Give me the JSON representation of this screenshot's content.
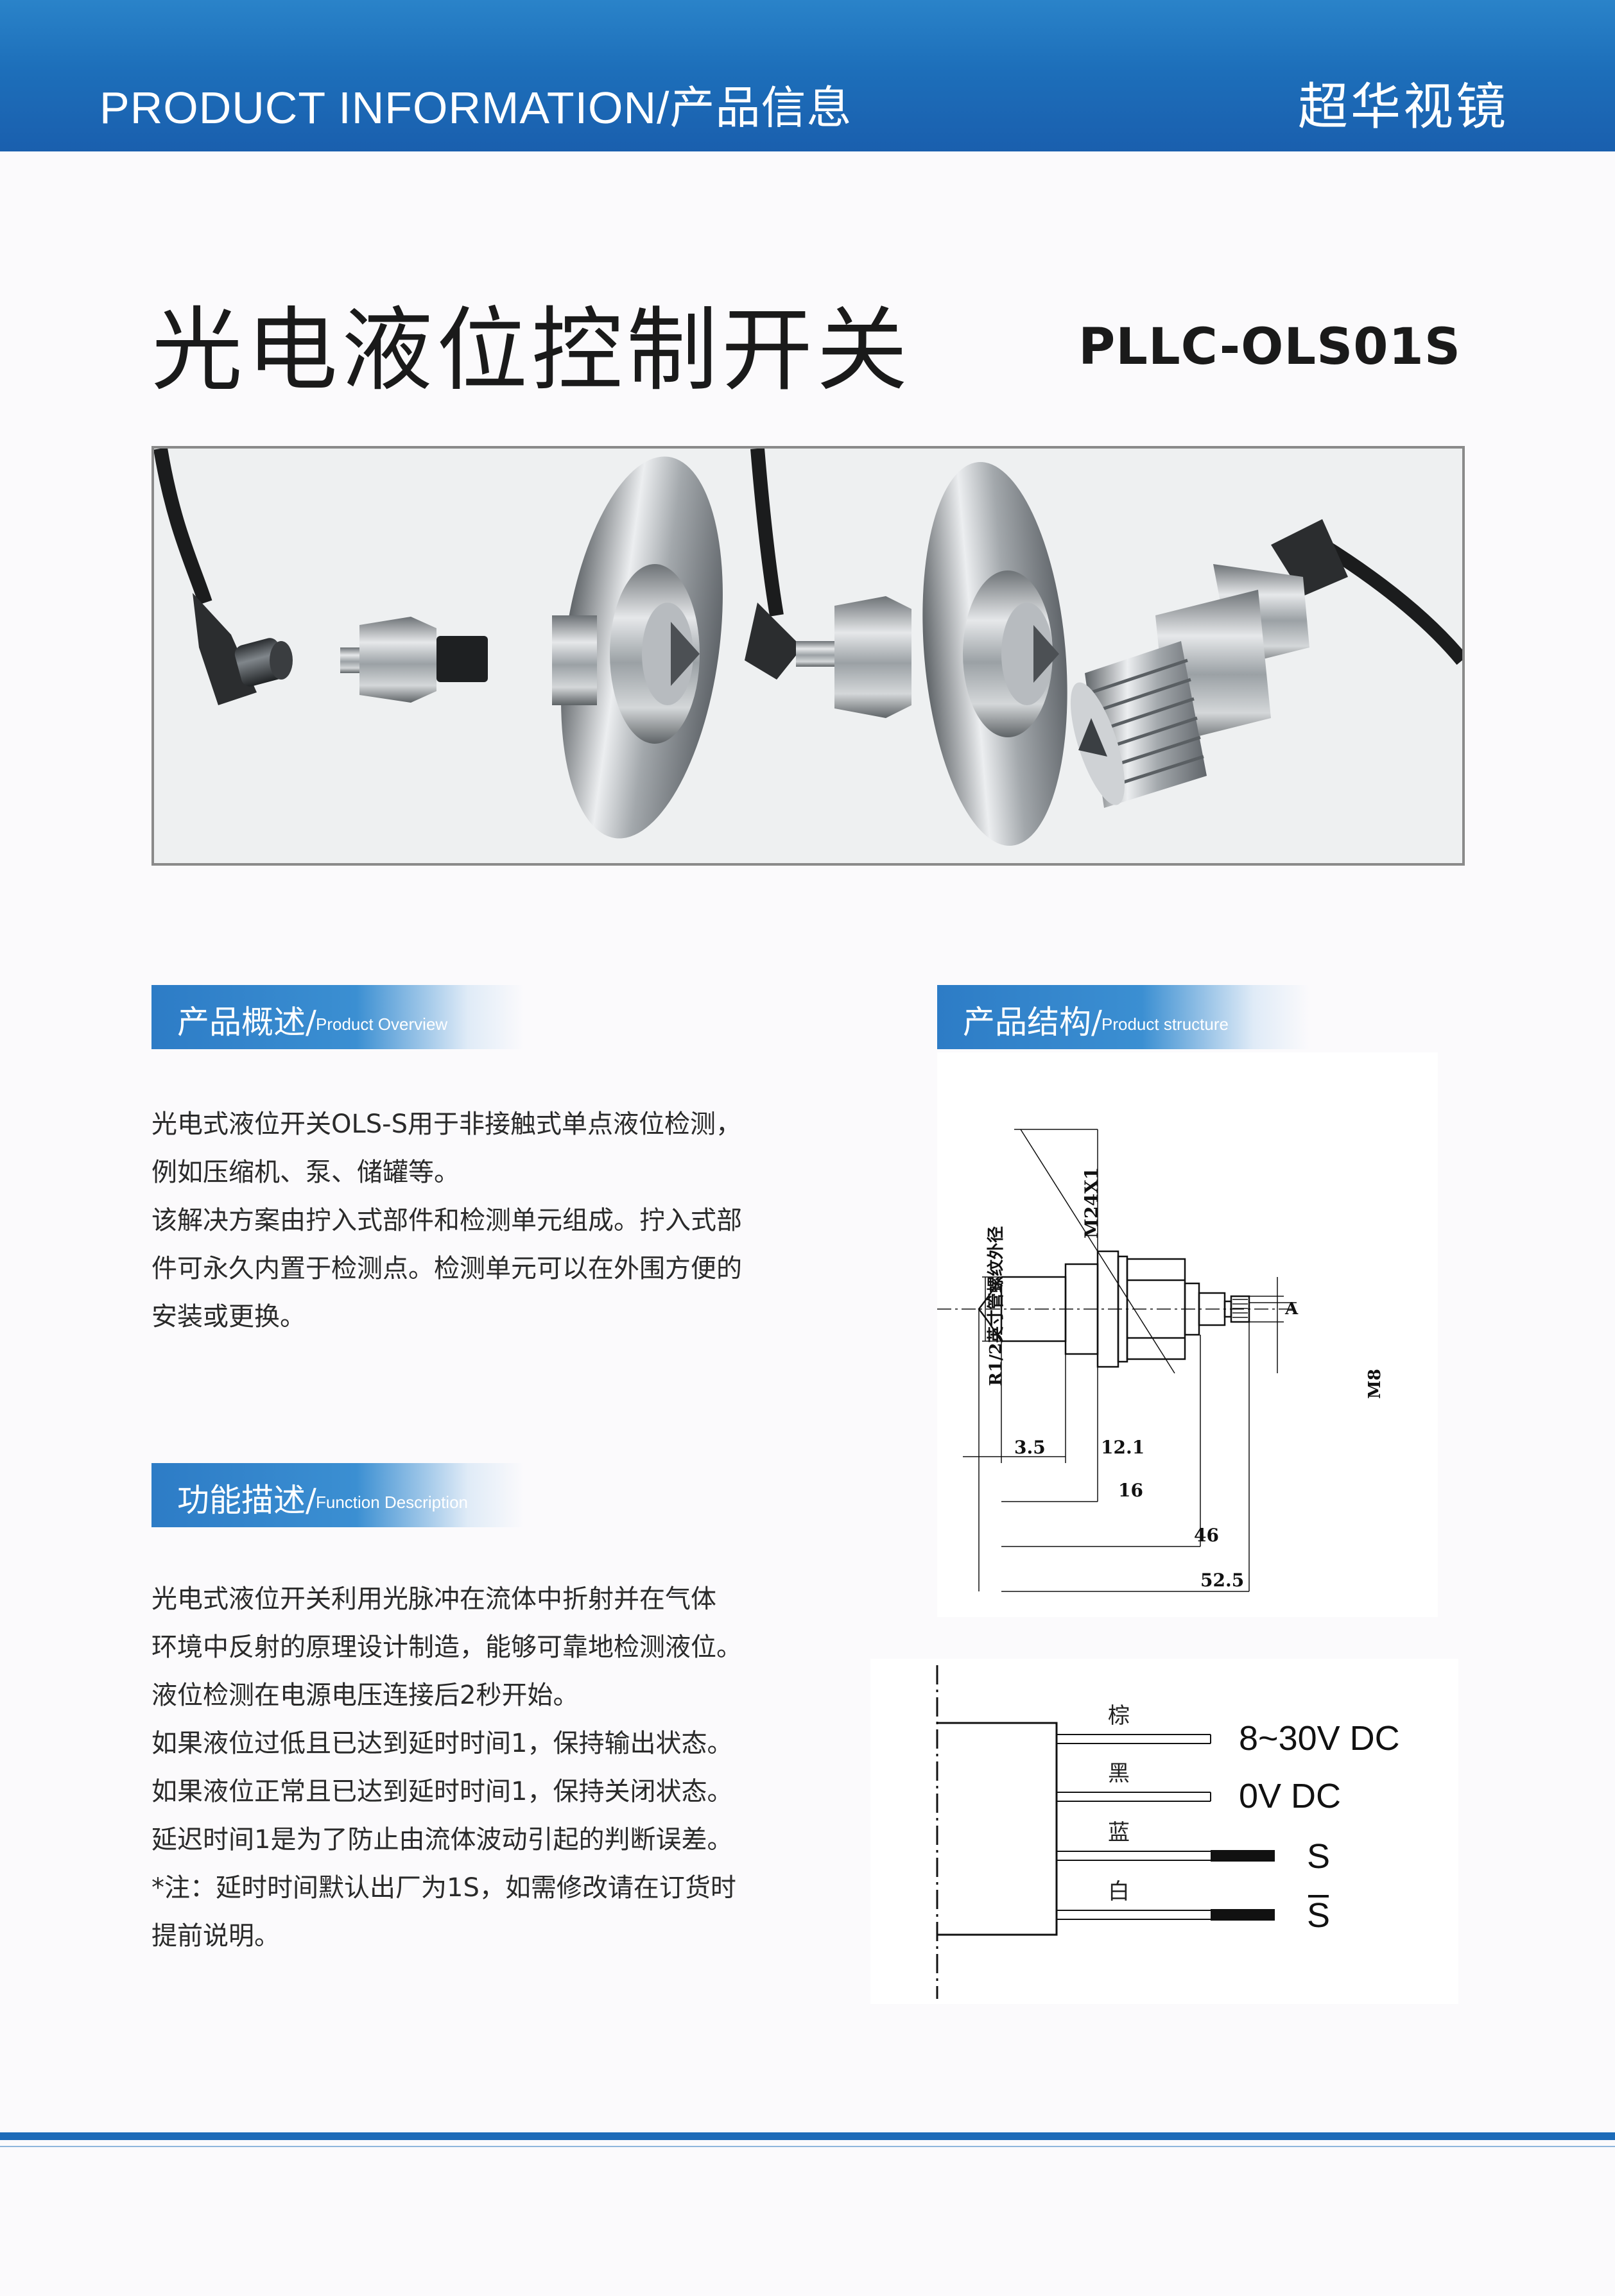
{
  "header": {
    "title": "PRODUCT INFORMATION/产品信息",
    "brand": "超华视镜"
  },
  "product": {
    "title": "光电液位控制开关",
    "model": "PLLC-OLS01S"
  },
  "overview": {
    "heading_zh": "产品概述/",
    "heading_en": "Product Overview",
    "lines": [
      "光电式液位开关OLS-S用于非接触式单点液位检测，",
      "例如压缩机、泵、储罐等。",
      "该解决方案由拧入式部件和检测单元组成。拧入式部",
      "件可永久内置于检测点。检测单元可以在外围方便的",
      "安装或更换。"
    ]
  },
  "function": {
    "heading_zh": "功能描述/",
    "heading_en": "Function Description",
    "lines": [
      "光电式液位开关利用光脉冲在流体中折射并在气体",
      "环境中反射的原理设计制造，能够可靠地检测液位。",
      "液位检测在电源电压连接后2秒开始。",
      "如果液位过低且已达到延时时间1，保持输出状态。",
      "如果液位正常且已达到延时时间1，保持关闭状态。",
      "延迟时间1是为了防止由流体波动引起的判断误差。",
      "*注：延时时间默认出厂为1S，如需修改请在订货时",
      "提前说明。"
    ]
  },
  "structure": {
    "heading_zh": "产品结构/",
    "heading_en": "Product structure",
    "dims": {
      "thread": "M24X1",
      "pipe": "R1/2英寸管螺纹外径",
      "a": "A",
      "m8": "M8",
      "d1": "3.5",
      "d2": "12.1",
      "d3": "16",
      "d4": "46",
      "d5": "52.5"
    }
  },
  "wiring": {
    "wires": [
      {
        "color": "棕",
        "label": "8~30V DC"
      },
      {
        "color": "黑",
        "label": "0V DC"
      },
      {
        "color": "蓝",
        "label": "S"
      },
      {
        "color": "白",
        "label": "S"
      }
    ]
  }
}
